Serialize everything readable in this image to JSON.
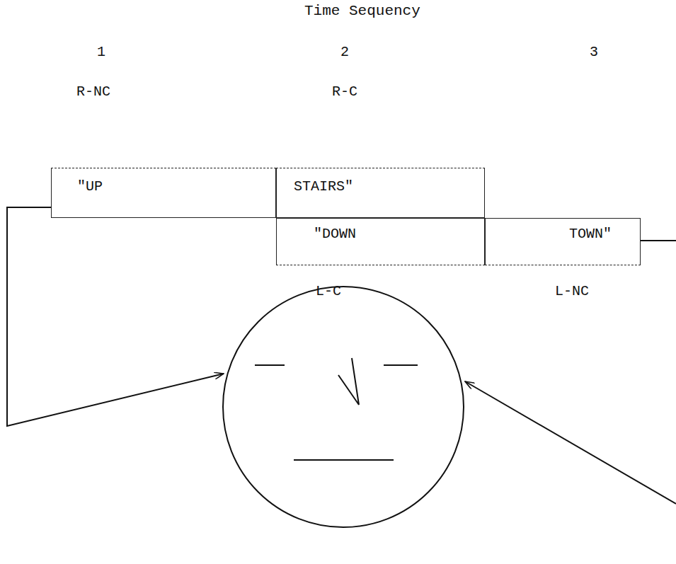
{
  "diagram": {
    "title": "Time Sequency",
    "nodes": [
      {
        "text": [
          "\"UP"
        ]
      },
      {
        "text": [
          "STAIRS\""
        ]
      },
      {
        "text": [
          "\"DOWN"
        ]
      },
      {
        "text": [
          "TOWN\""
        ]
      }
    ],
    "labels": [
      "1",
      "2",
      "3",
      "R-NC",
      "R-C",
      "L-C",
      "L-NC"
    ]
  }
}
